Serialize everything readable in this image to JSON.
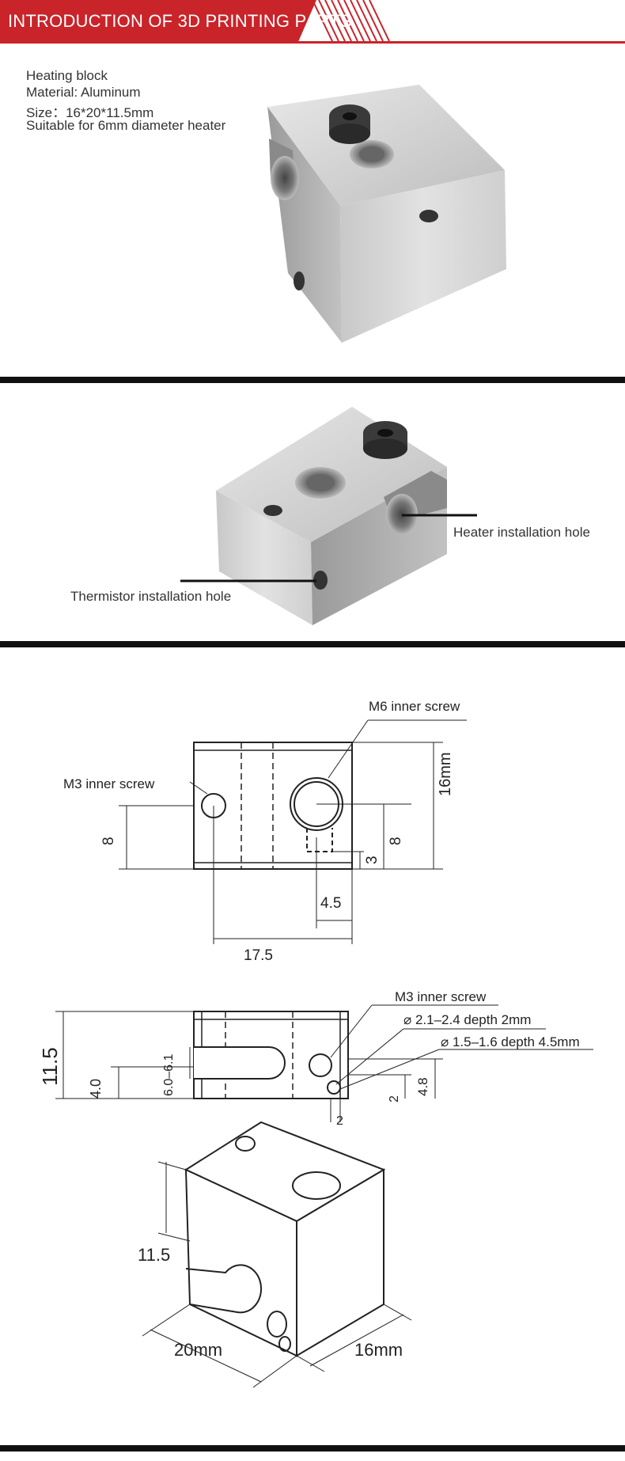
{
  "header": {
    "title": "INTRODUCTION OF 3D PRINTING PARTS"
  },
  "specs": [
    "Heating block",
    "Material: Aluminum",
    "Size：16*20*11.5mm",
    "Suitable for 6mm diameter heater"
  ],
  "photo2": {
    "heater_label": "Heater installation hole",
    "thermistor_label": "Thermistor installation hole"
  },
  "drawing_top": {
    "m6_label": "M6 inner screw",
    "m3_label": "M3 inner screw",
    "dim_16mm": "16mm",
    "dim_8_left": "8",
    "dim_8_right": "8",
    "dim_3": "3",
    "dim_45": "4.5",
    "dim_175": "17.5"
  },
  "drawing_side": {
    "m3_label": "M3 inner screw",
    "hole1_label": "⌀ 2.1–2.4 depth 2mm",
    "hole2_label": "⌀ 1.5–1.6 depth 4.5mm",
    "dim_115": "11.5",
    "dim_40": "4.0",
    "dim_6061": "6.0–6.1",
    "dim_48": "4.8",
    "dim_2a": "2",
    "dim_2b": "2"
  },
  "drawing_iso": {
    "dim_115": "11.5",
    "dim_20mm": "20mm",
    "dim_16mm": "16mm"
  }
}
